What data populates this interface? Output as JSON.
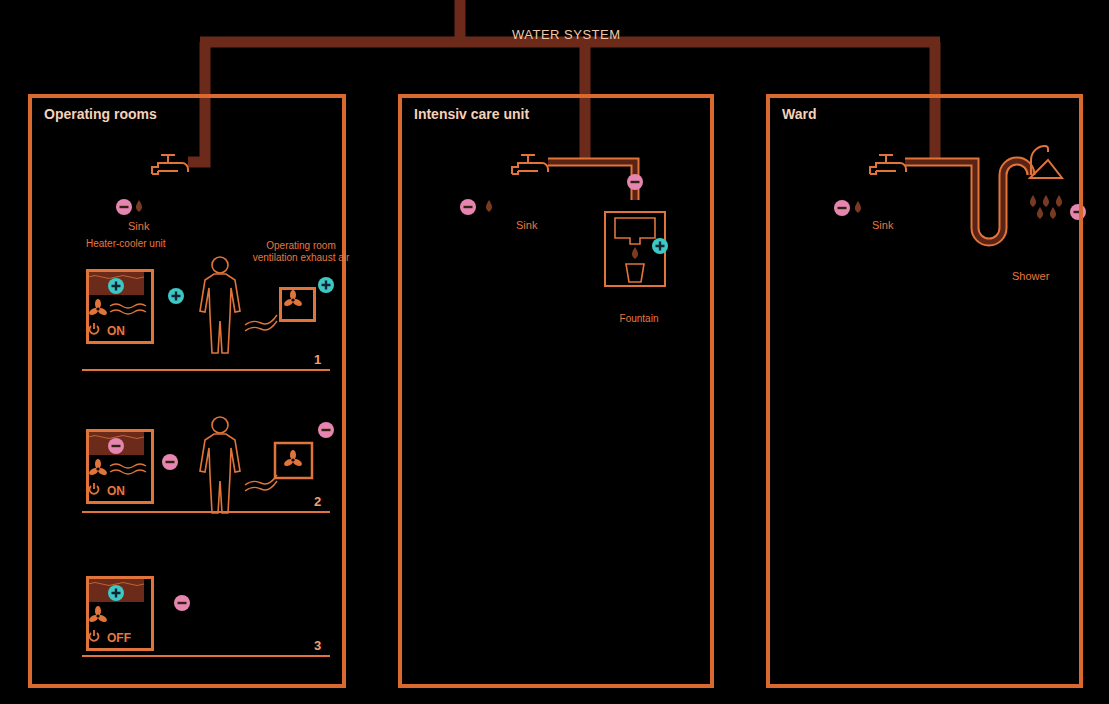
{
  "diagram": {
    "title": "WATER SYSTEM",
    "nodes": [
      {
        "text": [
          "Operating rooms"
        ]
      },
      {
        "text": [
          "Heater-cooler unit",
          "ON"
        ],
        "in": 0
      },
      {
        "text": [
          "Operating room ventilation exhaust air"
        ],
        "in": 0
      },
      {
        "text": [
          "ON"
        ],
        "in": 0
      },
      {
        "text": [
          "OFF"
        ],
        "in": 0
      },
      {
        "text": [
          "Intensiv care unit"
        ]
      },
      {
        "text": [
          "Fountain"
        ],
        "in": 5
      },
      {
        "text": [
          "Ward"
        ]
      }
    ],
    "labels": [
      "Sink",
      "Sink",
      "Sink",
      "Shower",
      "1",
      "2",
      "3"
    ]
  }
}
